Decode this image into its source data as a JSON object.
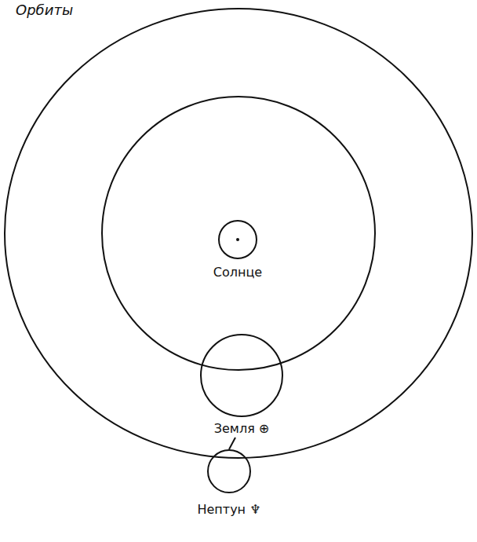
{
  "diagram": {
    "title": "Орбиты",
    "nodes": [
      {
        "text": [
          "Солнце"
        ]
      },
      {
        "text": [
          "Земля ⊕"
        ]
      },
      {
        "text": [
          "Нептун ♆"
        ]
      }
    ],
    "edges": [
      {
        "from": 1,
        "to": 2,
        "arrow": "none"
      }
    ]
  }
}
